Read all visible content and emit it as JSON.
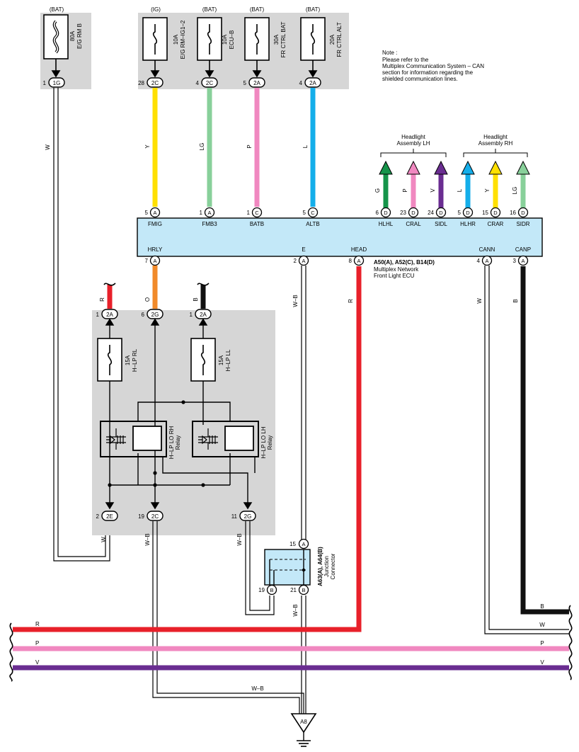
{
  "note": {
    "line1": "Note :",
    "line2": "Please refer to the",
    "line3": "Multiplex Communication System – CAN",
    "line4": "section for information regarding the",
    "line5": "shielded communication lines."
  },
  "fuses_top": [
    {
      "power": "(BAT)",
      "amp": "80A",
      "name": "E/G RM B",
      "pin": "1",
      "conn": "1G",
      "wire": "W"
    },
    {
      "power": "(IG)",
      "amp": "10A",
      "name": "E/G RM–IG1–2",
      "pin": "28",
      "conn": "2C",
      "wire": "Y"
    },
    {
      "power": "(BAT)",
      "amp": "10A",
      "name": "ECU–B",
      "pin": "4",
      "conn": "2C",
      "wire": "LG"
    },
    {
      "power": "(BAT)",
      "amp": "30A",
      "name": "FR CTRL BAT",
      "pin": "5",
      "conn": "2A",
      "wire": "P"
    },
    {
      "power": "(BAT)",
      "amp": "20A",
      "name": "FR CTRL ALT",
      "pin": "4",
      "conn": "2A",
      "wire": "L"
    }
  ],
  "ecu": {
    "codes": "A50(A), A52(C), B14(D)",
    "name1": "Multiplex Network",
    "name2": "Front Light ECU",
    "top_pins": [
      {
        "num": "5",
        "conn": "A",
        "label": "FMIG"
      },
      {
        "num": "1",
        "conn": "A",
        "label": "FMB3"
      },
      {
        "num": "1",
        "conn": "C",
        "label": "BATB"
      },
      {
        "num": "5",
        "conn": "C",
        "label": "ALTB"
      },
      {
        "num": "6",
        "conn": "D",
        "label": "HLHL"
      },
      {
        "num": "23",
        "conn": "D",
        "label": "CRAL"
      },
      {
        "num": "24",
        "conn": "D",
        "label": "SIDL"
      },
      {
        "num": "5",
        "conn": "D",
        "label": "HLHR"
      },
      {
        "num": "15",
        "conn": "D",
        "label": "CRAR"
      },
      {
        "num": "16",
        "conn": "D",
        "label": "SIDR"
      }
    ],
    "bottom_pins": [
      {
        "num": "7",
        "conn": "A",
        "label": "HRLY"
      },
      {
        "num": "2",
        "conn": "A",
        "label": "E"
      },
      {
        "num": "8",
        "conn": "A",
        "label": "HEAD"
      },
      {
        "num": "4",
        "conn": "A",
        "label": "CANN"
      },
      {
        "num": "3",
        "conn": "A",
        "label": "CANP"
      }
    ]
  },
  "headlight_lh": {
    "line1": "Headlight",
    "line2": "Assembly LH",
    "wires": [
      "G",
      "P",
      "V"
    ]
  },
  "headlight_rh": {
    "line1": "Headlight",
    "line2": "Assembly RH",
    "wires": [
      "L",
      "Y",
      "LG"
    ]
  },
  "relay_box": {
    "top_pins": [
      {
        "num": "1",
        "conn": "2A",
        "wire": "R"
      },
      {
        "num": "6",
        "conn": "2G",
        "wire": "O"
      },
      {
        "num": "1",
        "conn": "2A",
        "wire": "B"
      }
    ],
    "fuse_rl": {
      "amp": "15A",
      "name": "H–LP RL"
    },
    "fuse_ll": {
      "amp": "15A",
      "name": "H–LP LL"
    },
    "relay_rh": {
      "line1": "H–LP LO RH",
      "line2": "Relay"
    },
    "relay_lh": {
      "line1": "H–LP LO LH",
      "line2": "Relay"
    },
    "bottom_pins": [
      {
        "num": "2",
        "conn": "2E",
        "wire": "W"
      },
      {
        "num": "19",
        "conn": "2C",
        "wire": "W–B"
      },
      {
        "num": "11",
        "conn": "2G",
        "wire": "W–B"
      }
    ]
  },
  "ecu_out_wires": {
    "e": "W–B",
    "head": "R",
    "cann": "W",
    "canp": "B"
  },
  "junction": {
    "codes": "A63(A), A64(B)",
    "name1": "Junction",
    "name2": "Connector",
    "top_pin": {
      "num": "15",
      "conn": "A"
    },
    "pin_left": {
      "num": "19",
      "conn": "B"
    },
    "pin_right": {
      "num": "21",
      "conn": "B"
    },
    "out_wire": "W–B"
  },
  "bus_lines": [
    {
      "wire": "R",
      "color": "#e8202a"
    },
    {
      "wire": "P",
      "color": "#f088c0"
    },
    {
      "wire": "V",
      "color": "#6a2d91"
    }
  ],
  "bus_right_wires": {
    "canp": "B",
    "cann": "W"
  },
  "ground": {
    "label": "A8",
    "wire": "W–B"
  },
  "colors": {
    "Y": "#ffe000",
    "LG": "#88d09a",
    "P": "#f088c0",
    "L": "#14aeea",
    "G": "#15944a",
    "V": "#6a2d91",
    "R": "#e8202a",
    "O": "#f18a2a",
    "B": "#111111",
    "ecu_fill": "#c3e8f8",
    "box_fill": "#d6d6d6"
  }
}
